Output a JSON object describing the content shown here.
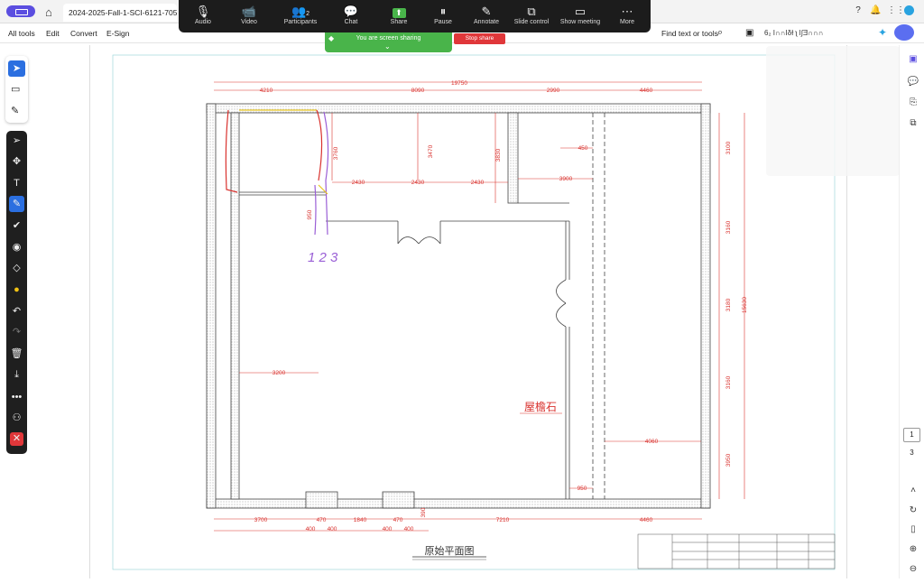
{
  "browser": {
    "doc_tab_title": "2024-2025-Fall-1-SCI-6121-7053...",
    "right_text": "6₂ I∩∩IδƗ  ʅ  ǀ∫Ǝ∩∩∩"
  },
  "menu": {
    "items": [
      "All tools",
      "Edit",
      "Convert",
      "E-Sign"
    ],
    "find": "Find text or tools"
  },
  "zoom": {
    "buttons": [
      {
        "icon": "mic-icon",
        "label": "Audio",
        "glyph": "🎙"
      },
      {
        "icon": "video-icon",
        "label": "Video",
        "glyph": "📹"
      },
      {
        "icon": "participants-icon",
        "label": "Participants",
        "glyph": "👥",
        "count": "2"
      },
      {
        "icon": "chat-icon",
        "label": "Chat",
        "glyph": "💬"
      },
      {
        "icon": "share-icon",
        "label": "Share",
        "glyph": "⬆"
      },
      {
        "icon": "pause-icon",
        "label": "Pause",
        "glyph": "⏸"
      },
      {
        "icon": "annotate-icon",
        "label": "Annotate",
        "glyph": "✎"
      },
      {
        "icon": "slide-control-icon",
        "label": "Slide control",
        "glyph": "⧉"
      },
      {
        "icon": "show-meeting-icon",
        "label": "Show meeting",
        "glyph": "▭"
      },
      {
        "icon": "more-icon",
        "label": "More",
        "glyph": "⋯"
      }
    ],
    "sharing_text": "You are screen sharing",
    "stop_share": "Stop share",
    "share_color": "#49b44a",
    "stop_color": "#e0373a"
  },
  "pdf": {
    "page_current": "1",
    "page_total": "3"
  },
  "drawing": {
    "dims_top": [
      "19750",
      "4210",
      "8090",
      "2990",
      "4460"
    ],
    "dims_bottom": [
      "3700",
      "470",
      "1840",
      "470",
      "7210",
      "4460",
      "400",
      "400",
      "400",
      "400"
    ],
    "dims_right": [
      "3100",
      "3160",
      "3180",
      "3160",
      "3950",
      "15630"
    ],
    "dims_inner": [
      "3760",
      "3470",
      "3830",
      "2430",
      "2430",
      "2430",
      "3900",
      "450",
      "950",
      "3200",
      "4060",
      "950",
      "390"
    ],
    "label_cornice": "屋檐石",
    "title": "原始平面图",
    "handwriting": "1 2 3",
    "colors": {
      "dimension": "#d9322e",
      "wall": "#444",
      "annot_red": "#d9322e",
      "annot_purple": "#9a5fd6",
      "annot_yellow": "#e8c520"
    }
  }
}
